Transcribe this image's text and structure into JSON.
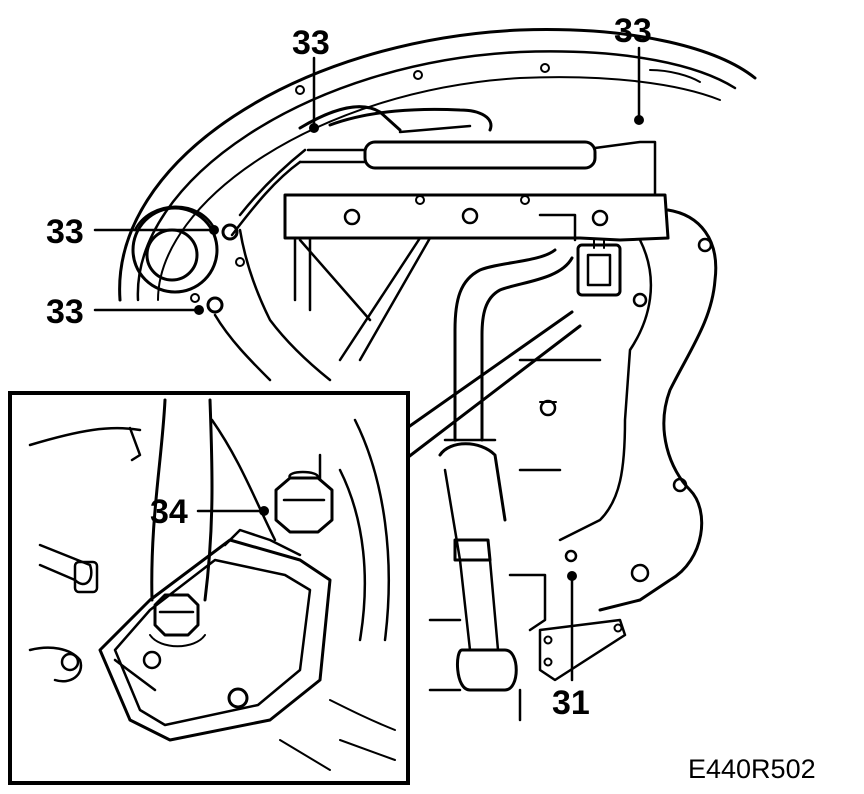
{
  "callouts": {
    "c33_top_left": "33",
    "c33_top_right": "33",
    "c33_mid_left": "33",
    "c33_low_left": "33",
    "c34": "34",
    "c31": "31"
  },
  "document_id": "E440R502",
  "colors": {
    "ink": "#000000",
    "paper": "#ffffff"
  }
}
